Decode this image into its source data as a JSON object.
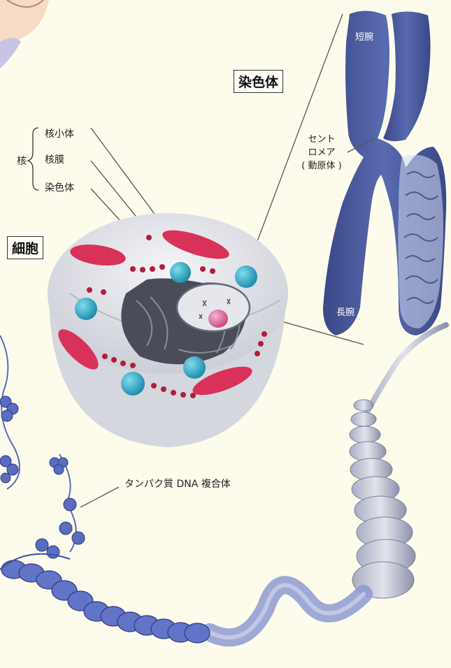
{
  "labels": {
    "chromosome_title": "染色体",
    "cell_title": "細胞",
    "nucleus": "核",
    "nucleolus": "核小体",
    "nuclear_membrane": "核膜",
    "chromatin": "染色体",
    "short_arm": "短腕",
    "long_arm": "長腕",
    "centromere_line1": "セント",
    "centromere_line2": "ロメア",
    "centromere_line3": "( 動原体 )",
    "protein_dna_complex": "タンパク質 DNA 複合体"
  },
  "colors": {
    "background": "#fdfbec",
    "chromosome": "#4a5a9e",
    "cell_outer": "#e2e3e9",
    "mitochondria": "#d8325a",
    "vacuole": "#2aa3bd",
    "nucleolus": "#d85a92",
    "dna_coil": "#5a6cc0"
  }
}
